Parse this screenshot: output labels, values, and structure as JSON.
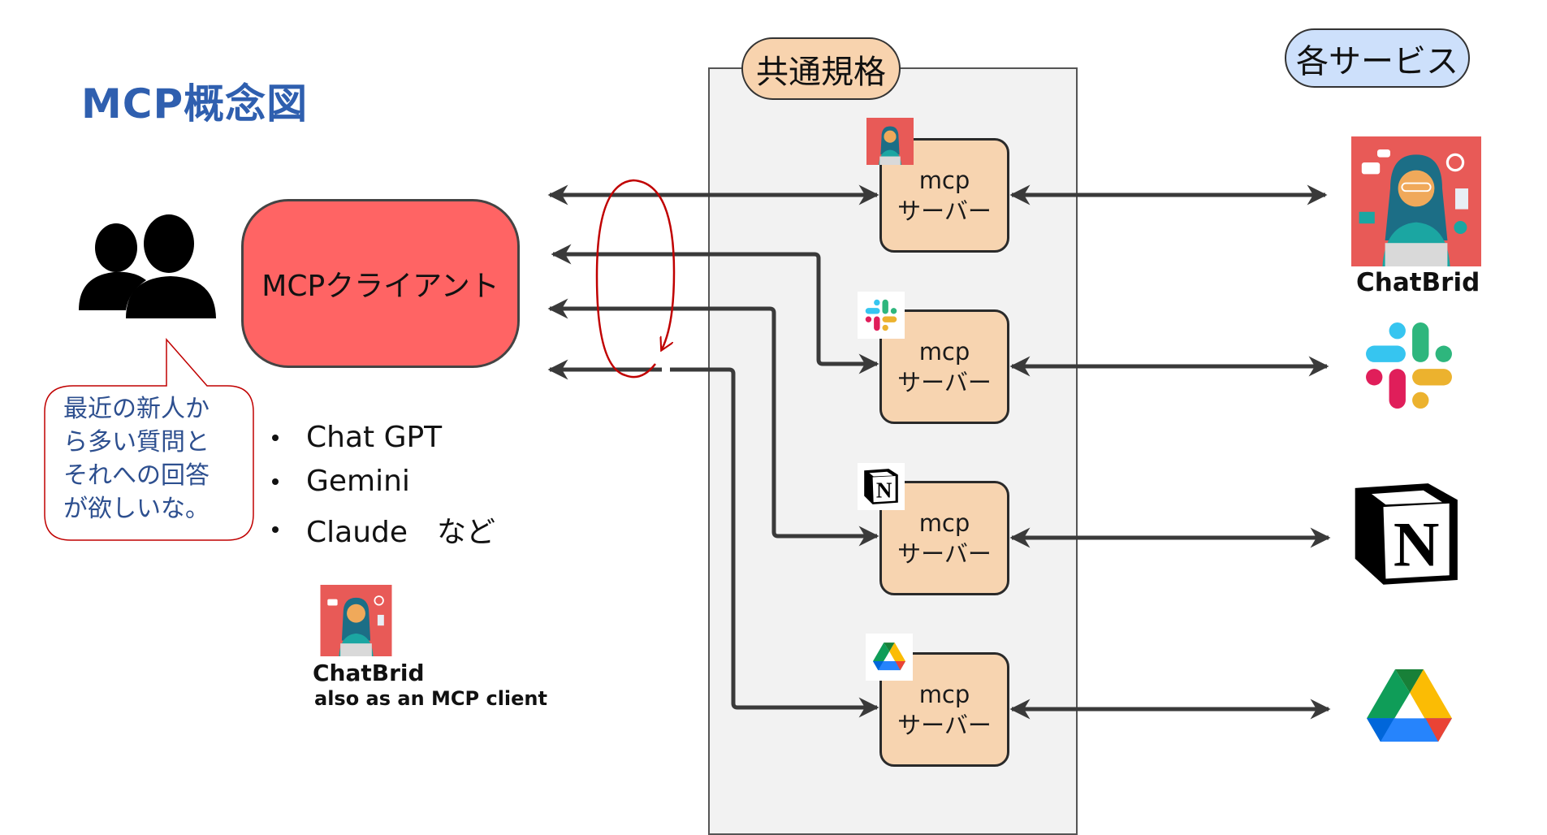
{
  "title": "MCP概念図",
  "user_group": {
    "speech": [
      "最近の新人か",
      "ら多い質問と",
      "それへの回答",
      "が欲しいな。"
    ]
  },
  "client": {
    "label": "MCPクライアント",
    "examples": [
      "Chat GPT",
      "Gemini",
      "Claude　など"
    ],
    "chatbrid_name": "ChatBrid",
    "chatbrid_note": "also as an MCP client"
  },
  "standard": {
    "label": "共通規格",
    "servers": [
      {
        "line1": "mcp",
        "line2": "サーバー",
        "service": "ChatBrid"
      },
      {
        "line1": "mcp",
        "line2": "サーバー",
        "service": "Slack"
      },
      {
        "line1": "mcp",
        "line2": "サーバー",
        "service": "Notion"
      },
      {
        "line1": "mcp",
        "line2": "サーバー",
        "service": "Google Drive"
      }
    ]
  },
  "services": {
    "label": "各サービス",
    "chatbrid_label": "ChatBrid"
  },
  "colors": {
    "title": "#2f5faf",
    "client_fill": "#ff6464",
    "server_fill": "#f7d4b0",
    "standard_pill": "#f8d3ae",
    "services_pill": "#cde0fb",
    "container_fill": "#f2f2f2",
    "annotation_red": "#c00000",
    "bubble_text": "#2d4f8f"
  }
}
